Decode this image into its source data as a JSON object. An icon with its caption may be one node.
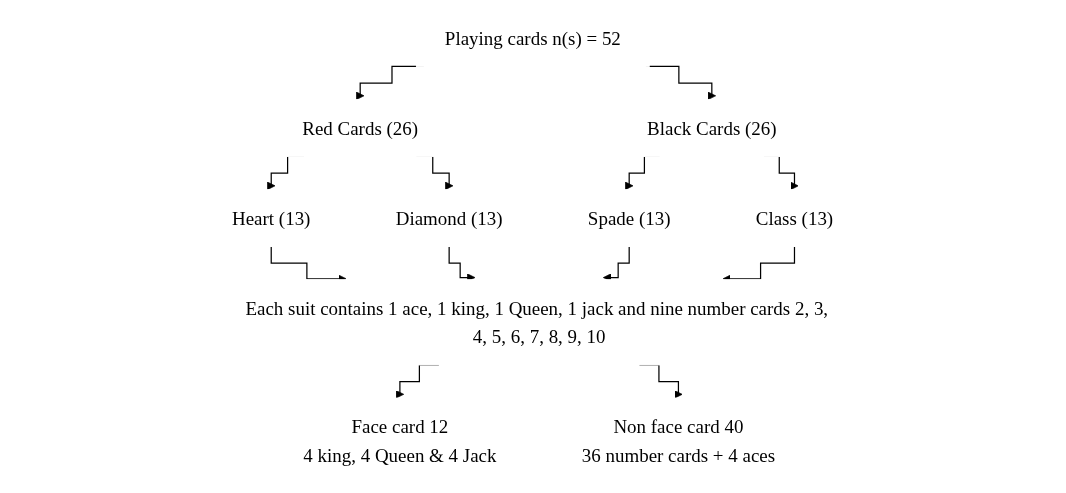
{
  "diagram": {
    "nodes": [
      {
        "text": [
          "Playing cards n(s) = 52"
        ]
      },
      {
        "text": [
          "Red Cards (26)"
        ]
      },
      {
        "text": [
          "Black Cards (26)"
        ]
      },
      {
        "text": [
          "Heart (13)"
        ]
      },
      {
        "text": [
          "Diamond (13)"
        ]
      },
      {
        "text": [
          "Spade (13)"
        ]
      },
      {
        "text": [
          "Class (13)"
        ]
      },
      {
        "text": [
          "Each suit contains 1 ace, 1 king, 1 Queen, 1 jack and nine number cards 2, 3, 4, 5, 6, 7, 8, 9, 10"
        ]
      },
      {
        "text": [
          "Face card 12",
          "4 king, 4 Queen & 4 Jack"
        ]
      },
      {
        "text": [
          "Non face card 40",
          "36 number cards + 4 aces"
        ]
      }
    ],
    "edges": [
      {
        "from": 0,
        "to": 1,
        "arrow": "to"
      },
      {
        "from": 0,
        "to": 2,
        "arrow": "to"
      },
      {
        "from": 1,
        "to": 3,
        "arrow": "to"
      },
      {
        "from": 1,
        "to": 4,
        "arrow": "to"
      },
      {
        "from": 2,
        "to": 5,
        "arrow": "to"
      },
      {
        "from": 2,
        "to": 6,
        "arrow": "to"
      },
      {
        "from": 3,
        "to": 7,
        "arrow": "to"
      },
      {
        "from": 4,
        "to": 7,
        "arrow": "to"
      },
      {
        "from": 5,
        "to": 7,
        "arrow": "to"
      },
      {
        "from": 6,
        "to": 7,
        "arrow": "to"
      },
      {
        "from": 7,
        "to": 8,
        "arrow": "to"
      },
      {
        "from": 7,
        "to": 9,
        "arrow": "to"
      }
    ]
  }
}
